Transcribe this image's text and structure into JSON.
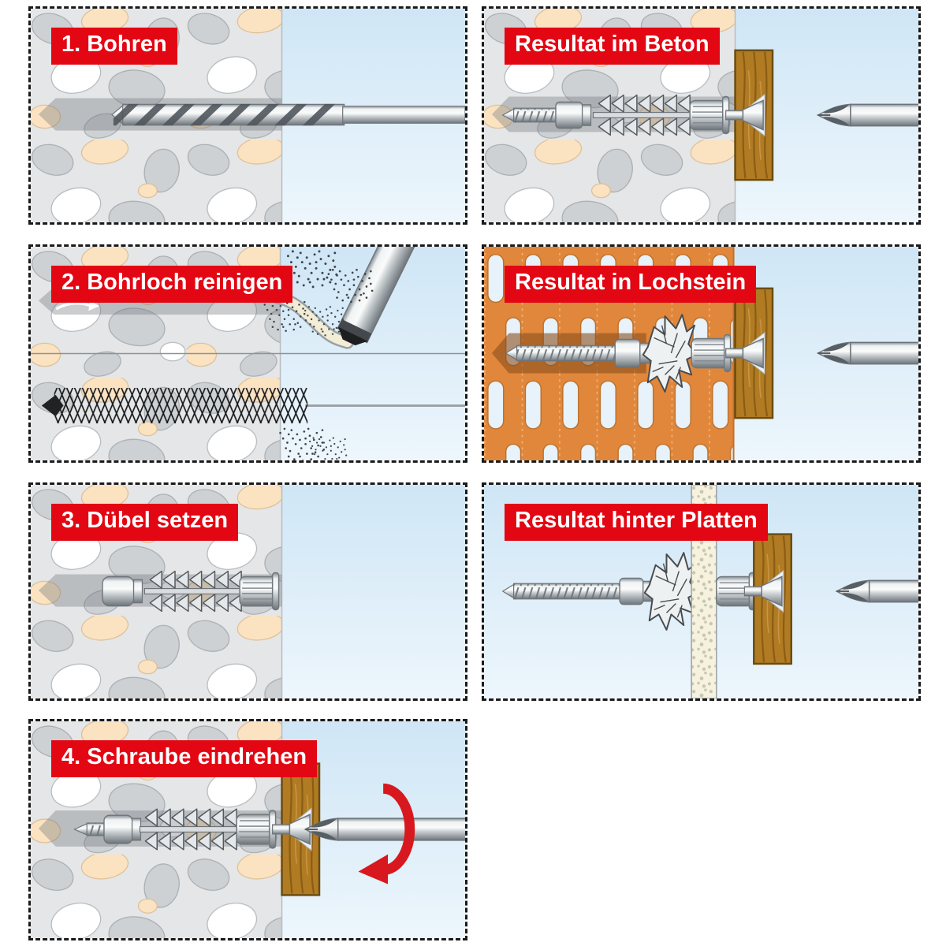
{
  "panels": [
    {
      "id": "step-1",
      "label": "1. Bohren",
      "illustration": "drill-bit-in-concrete"
    },
    {
      "id": "result-beton",
      "label": "Resultat im Beton",
      "illustration": "anchor-with-screw-in-concrete"
    },
    {
      "id": "step-2",
      "label": "2. Bohrloch reinigen",
      "illustration": "blowout-pump-and-brush-cleaning"
    },
    {
      "id": "result-lochstein",
      "label": "Resultat in Lochstein",
      "illustration": "knotted-anchor-in-hollow-brick"
    },
    {
      "id": "step-3",
      "label": "3. Dübel setzen",
      "illustration": "dowel-inserted-in-hole"
    },
    {
      "id": "result-platten",
      "label": "Resultat hinter Platten",
      "illustration": "knotted-anchor-behind-board"
    },
    {
      "id": "step-4",
      "label": "4. Schraube eindrehen",
      "illustration": "screwdriver-turning-screw"
    }
  ],
  "colors": {
    "label_background": "#e30613",
    "label_text": "#ffffff",
    "sky_blue": "#cfe6f6",
    "concrete_base": "#e5e6e7",
    "stone_gray": "#cdd1d4",
    "stone_beige": "#fbe3c1",
    "wood_brown": "#b07b22",
    "brick_orange": "#e0873b",
    "plate_cream": "#f6f2de",
    "metal_gray": "#c3c9cc",
    "rotation_arrow_red": "#d7191f",
    "dust_gray": "#3f454a"
  }
}
